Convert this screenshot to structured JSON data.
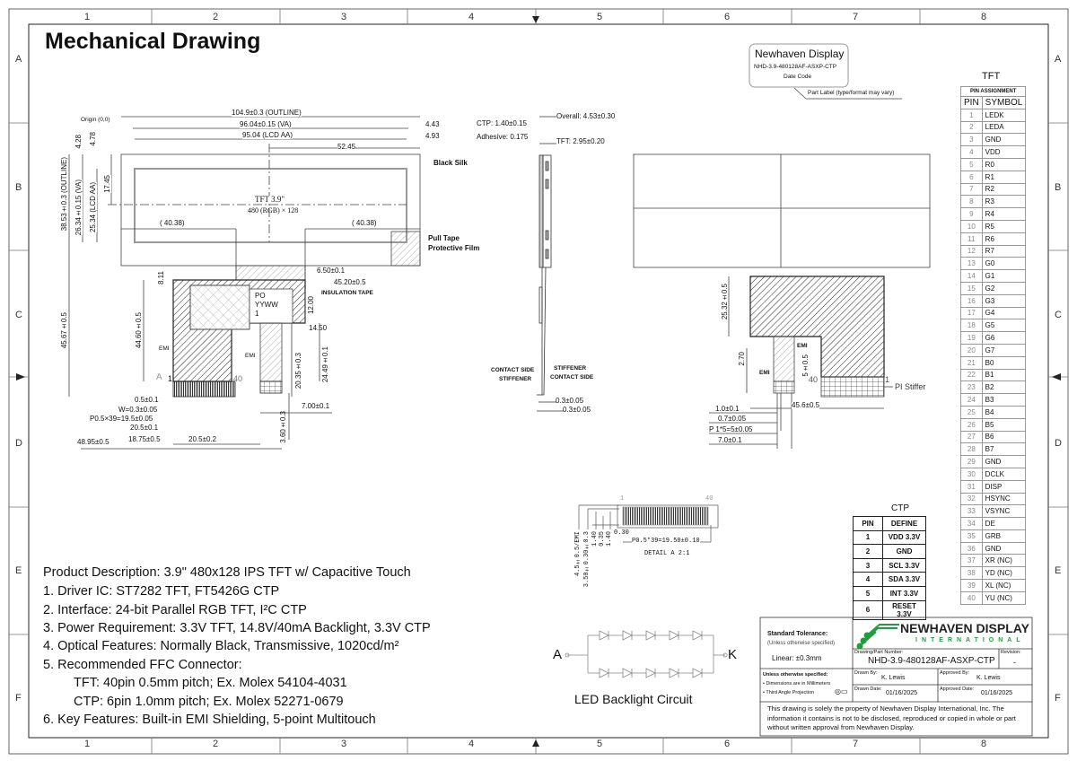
{
  "title": "Mechanical Drawing",
  "frame": {
    "columns": [
      "1",
      "2",
      "3",
      "4",
      "5",
      "6",
      "7",
      "8"
    ],
    "rows": [
      "A",
      "B",
      "C",
      "D",
      "E",
      "F"
    ]
  },
  "front_view": {
    "origin": "Origin (0,0)",
    "outline_width": "104.9±0.3 (OUTLINE)",
    "va_width": "96.04±0.15 (VA)",
    "aa_width": "95.04 (LCD AA)",
    "offset_443": "4.43",
    "offset_493": "4.93",
    "center_x": "52.45",
    "black_silk": "Black Silk",
    "outline_height": "38.53±0.3 (OUTLINE)",
    "offset_428": "4.28",
    "va_height": "26.34±0.15 (VA)",
    "offset_478": "4.78",
    "aa_height": "25.34 (LCD AA)",
    "center_y": "17.45",
    "panel_line1": "TFT  3.9\"",
    "panel_line2": "480 (RGB) × 128",
    "left_4038": "( 40.38)",
    "right_4038": "( 40.38)",
    "pull_tape": "Pull Tape",
    "protective_film": "Protective Film",
    "dim_650": "6.50±0.1",
    "dim_4520": "45.20±0.5",
    "insulation_tape": "INSULATION TAPE",
    "dim_1200": "12.00",
    "dim_1450": "14.50",
    "dim_811": "8.11",
    "dim_4567": "45.67±0.5",
    "dim_4460": "44.60±0.5",
    "label_po": "PO",
    "label_yyww": "YYWW",
    "label_1": "1",
    "emi_left": "EMI",
    "emi_right": "EMI",
    "detail_marker": "A",
    "pin_first": "1",
    "pin_last": "40",
    "dim_2035": "20.35±0.3",
    "dim_2449": "24.49±0.1",
    "dim_05": "0.5±0.1",
    "dim_w": "W=0.3±0.05",
    "dim_pitch": "P0.5×39=19.5±0.05",
    "dim_205a": "20.5±0.1",
    "dim_1875": "18.75±0.5",
    "dim_205b": "20.5±0.2",
    "dim_4895": "48.95±0.5",
    "dim_700": "7.00±0.1",
    "dim_360": "3.60±0.3"
  },
  "side_view": {
    "overall": "Overall: 4.53±0.30",
    "ctp": "CTP: 1.40±0.15",
    "adhesive": "Adhesive: 0.175",
    "tft": "TFT: 2.95±0.20",
    "contact_side_left": "CONTACT SIDE",
    "stiffener_left": "STIFFENER",
    "stiffener_right": "STIFFENER",
    "contact_side_right": "CONTACT SIDE",
    "dim_03a": "0.3±0.05",
    "dim_03b": "0.3±0.05"
  },
  "part_label": {
    "brand": "Newhaven Display",
    "part_number": "NHD-3.9-480128AF-ASXP-CTP",
    "date_code": "Date Code",
    "note": "Part Label (type/format may vary)"
  },
  "back_view": {
    "dim_2532": "25.32±0.5",
    "dim_270": "2.70",
    "emi_left": "EMI",
    "emi_right": "EMI",
    "dim_5": "5±0.5",
    "pin_40": "40",
    "pin_1": "1",
    "pi_stiffer": "PI  Stiffer",
    "dim_456": "45.6±0.5",
    "dim_10": "1.0±0.1",
    "dim_07": "0.7±0.05",
    "dim_pitch": "P 1*5=5±0.05",
    "dim_70": "7.0±0.1"
  },
  "detail_a": {
    "pin_1": "1",
    "pin_40": "40",
    "dim_030": "0.30",
    "dim_pitch": "P0.5*39=19.50±0.10",
    "caption": "DETAIL A 2:1",
    "v1": "4.5±0.5/EMI",
    "v2": "3.50±0.30±0.3",
    "v3": "1.40",
    "v4": "0.35",
    "v5": "1.40"
  },
  "tft_table": {
    "title": "TFT",
    "caption": "PIN ASSIGNMENT",
    "headers": [
      "PIN",
      "SYMBOL"
    ],
    "rows": [
      [
        "1",
        "LEDK"
      ],
      [
        "2",
        "LEDA"
      ],
      [
        "3",
        "GND"
      ],
      [
        "4",
        "VDD"
      ],
      [
        "5",
        "R0"
      ],
      [
        "6",
        "R1"
      ],
      [
        "7",
        "R2"
      ],
      [
        "8",
        "R3"
      ],
      [
        "9",
        "R4"
      ],
      [
        "10",
        "R5"
      ],
      [
        "11",
        "R6"
      ],
      [
        "12",
        "R7"
      ],
      [
        "13",
        "G0"
      ],
      [
        "14",
        "G1"
      ],
      [
        "15",
        "G2"
      ],
      [
        "16",
        "G3"
      ],
      [
        "17",
        "G4"
      ],
      [
        "18",
        "G5"
      ],
      [
        "19",
        "G6"
      ],
      [
        "20",
        "G7"
      ],
      [
        "21",
        "B0"
      ],
      [
        "22",
        "B1"
      ],
      [
        "23",
        "B2"
      ],
      [
        "24",
        "B3"
      ],
      [
        "25",
        "B4"
      ],
      [
        "26",
        "B5"
      ],
      [
        "27",
        "B6"
      ],
      [
        "28",
        "B7"
      ],
      [
        "29",
        "GND"
      ],
      [
        "30",
        "DCLK"
      ],
      [
        "31",
        "DISP"
      ],
      [
        "32",
        "HSYNC"
      ],
      [
        "33",
        "VSYNC"
      ],
      [
        "34",
        "DE"
      ],
      [
        "35",
        "GRB"
      ],
      [
        "36",
        "GND"
      ],
      [
        "37",
        "XR  (NC)"
      ],
      [
        "38",
        "YD  (NC)"
      ],
      [
        "39",
        "XL  (NC)"
      ],
      [
        "40",
        "YU  (NC)"
      ]
    ]
  },
  "ctp_table": {
    "title": "CTP",
    "headers": [
      "PIN",
      "DEFINE"
    ],
    "rows": [
      [
        "1",
        "VDD 3.3V"
      ],
      [
        "2",
        "GND"
      ],
      [
        "3",
        "SCL 3.3V"
      ],
      [
        "4",
        "SDA 3.3V"
      ],
      [
        "5",
        "INT 3.3V"
      ],
      [
        "6",
        "RESET 3.3V"
      ]
    ]
  },
  "description": [
    "Product Description: 3.9\" 480x128 IPS TFT w/ Capacitive Touch",
    "1. Driver IC: ST7282 TFT, FT5426G CTP",
    "2. Interface: 24-bit Parallel RGB TFT, I²C CTP",
    "3. Power Requirement: 3.3V TFT, 14.8V/40mA Backlight, 3.3V CTP",
    "4. Optical Features: Normally Black, Transmissive, 1020cd/m²",
    "5. Recommended FFC Connector:",
    "TFT: 40pin 0.5mm pitch; Ex. Molex 54104-4031",
    "CTP: 6pin 1.0mm pitch; Ex. Molex 52271-0679",
    "6. Key Features: Built-in EMI Shielding, 5-point Multitouch"
  ],
  "led_circuit": {
    "anode": "A",
    "cathode": "K",
    "caption": "LED Backlight Circuit"
  },
  "title_block": {
    "tolerance_title": "Standard Tolerance:",
    "tolerance_sub": "(Unless otherwise specified)",
    "linear": "Linear:   ±0.3mm",
    "logo_main": "NEWHAVEN DISPLAY",
    "logo_sub": "INTERNATIONAL",
    "part_number_label": "Drawing/Part Number:",
    "part_number": "NHD-3.9-480128AF-ASXP-CTP",
    "revision_label": "Revision:",
    "revision": "-",
    "unless_title": "Unless otherwise specified:",
    "unless_1": "• Dimensions are in Millimeters",
    "unless_2": "• Third Angle Projection",
    "drawn_by_label": "Drawn By:",
    "drawn_by": "K. Lewis",
    "approved_by_label": "Approved By:",
    "approved_by": "K. Lewis",
    "drawn_date_label": "Drawn Date:",
    "drawn_date": "01/16/2025",
    "approved_date_label": "Approved Date:",
    "approved_date": "01/16/2025",
    "notice": "This drawing is solely the property of Newhaven Display International, Inc. The information it contains is not to be disclosed, reproduced or copied in whole or part without written approval from Newhaven Display.",
    "logo_color": "#1e9e3e"
  }
}
